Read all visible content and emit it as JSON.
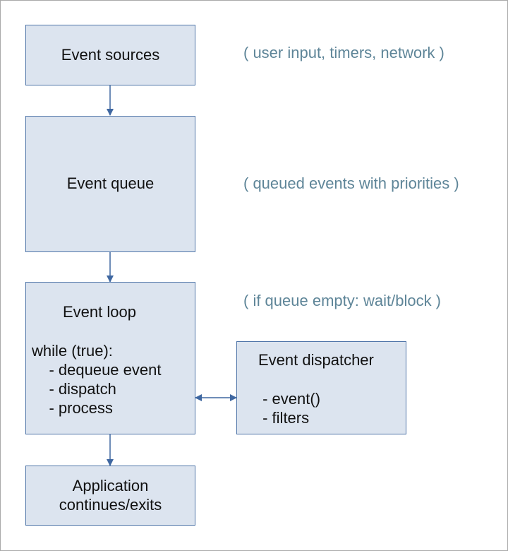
{
  "diagram": {
    "boxes": {
      "sources": {
        "label": "Event sources"
      },
      "queue": {
        "label": "Event queue"
      },
      "loop": {
        "title": "Event loop",
        "code": "while (true):\n    - dequeue event\n    - dispatch\n    - process"
      },
      "dispatcher": {
        "title": "Event dispatcher",
        "items": " - event()\n - filters"
      },
      "application": {
        "label": "Application\ncontinues/exits"
      }
    },
    "notes": {
      "sources": "( user input, timers, network )",
      "queue": "( queued events with priorities )",
      "loop": "( if queue empty: wait/block )"
    }
  },
  "colors": {
    "box_fill": "#dce4ef",
    "box_border": "#4f75a8",
    "note_text": "#5e8598",
    "connector": "#3f67a1"
  }
}
